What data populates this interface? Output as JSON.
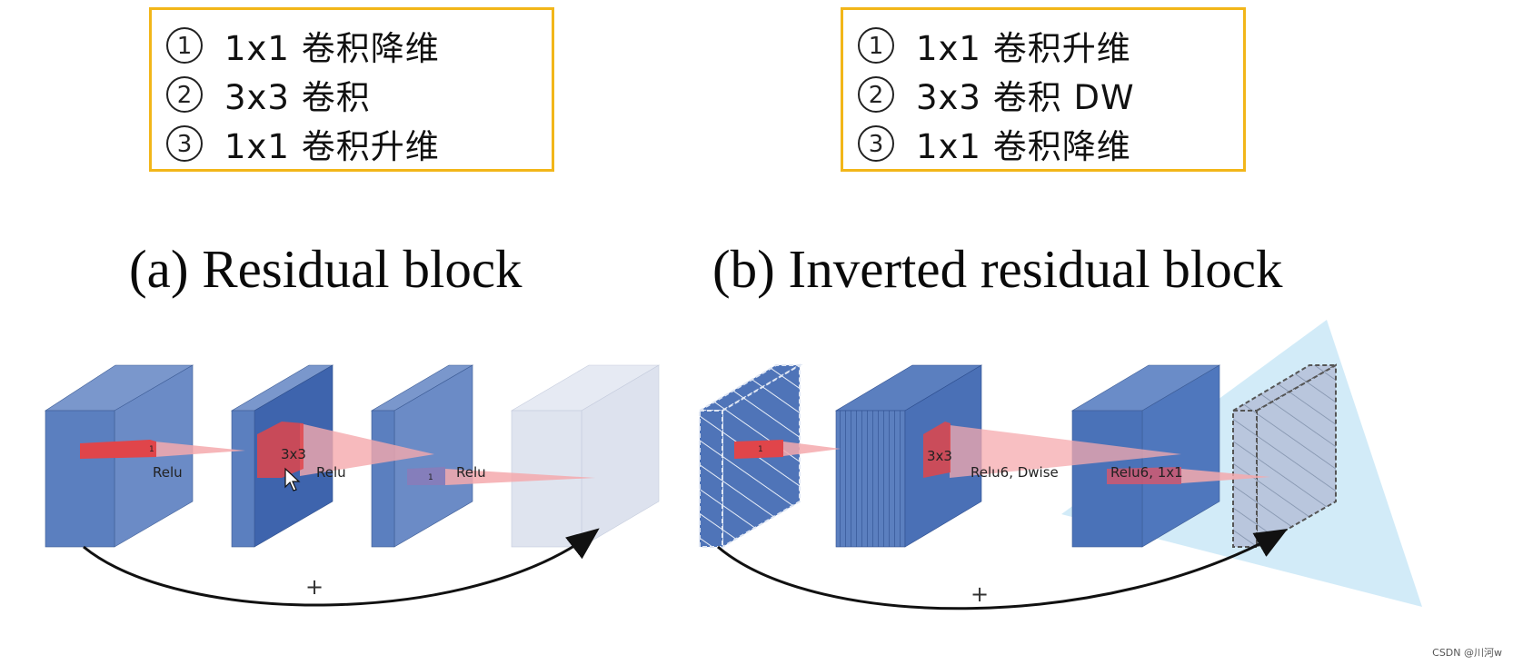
{
  "left_box": {
    "steps": [
      {
        "num": "1",
        "text": "1x1 卷积降维"
      },
      {
        "num": "2",
        "text": "3x3 卷积"
      },
      {
        "num": "3",
        "text": "1x1 卷积升维"
      }
    ]
  },
  "right_box": {
    "steps": [
      {
        "num": "1",
        "text": "1x1 卷积升维"
      },
      {
        "num": "2",
        "text": "3x3 卷积 DW"
      },
      {
        "num": "3",
        "text": "1x1 卷积降维"
      }
    ]
  },
  "captions": {
    "a": "(a) Residual block",
    "b": "(b) Inverted residual block"
  },
  "diagram_a": {
    "labels": {
      "k1": "1",
      "relu1": "Relu",
      "k2": "3x3",
      "relu2": "Relu",
      "k3": "1",
      "relu3": "Relu"
    },
    "plus": "+"
  },
  "diagram_b": {
    "labels": {
      "k1": "1",
      "k2": "3x3",
      "relu6_dwise": "Relu6, Dwise",
      "relu6_1x1": "Relu6, 1x1"
    },
    "plus": "+"
  },
  "watermark": "CSDN @川河w",
  "colors": {
    "box_border": "#f2b619",
    "block_front": "#5b7fbf",
    "block_side": "#6d8dc8",
    "block_dark": "#3e64ad",
    "faded_block": "#dfe4ef",
    "kernel_red": "#e0454a",
    "kernel_pink": "#f5a9ad",
    "cursor_cone": "#cde9f7"
  }
}
